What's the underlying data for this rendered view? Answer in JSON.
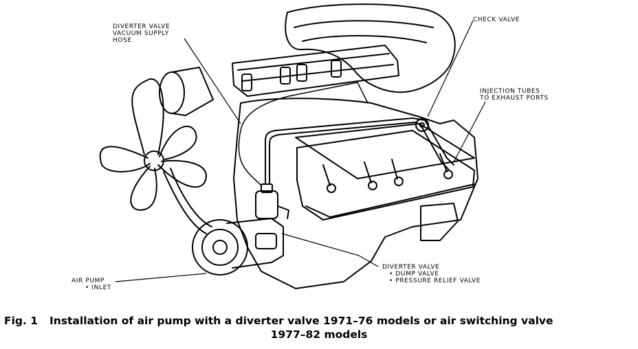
{
  "labels": {
    "diverter_vacuum": [
      "DIVERTER VALVE",
      "VACUUM SUPPLY",
      "HOSE"
    ],
    "check_valve": "CHECK VALVE",
    "injection_tubes": [
      "INJECTION TUBES",
      "TO EXHAUST PORTS"
    ],
    "diverter_valve": [
      "DIVERTER VALVE",
      "• DUMP VALVE",
      "• PRESSURE RELIEF VALVE"
    ],
    "air_pump": [
      "AIR PUMP",
      "• INLET"
    ]
  },
  "caption": {
    "fig_number": "Fig. 1",
    "line1": "Installation of air pump with a diverter valve 1971–76 models or air switching valve",
    "line2": "1977–82 models"
  }
}
